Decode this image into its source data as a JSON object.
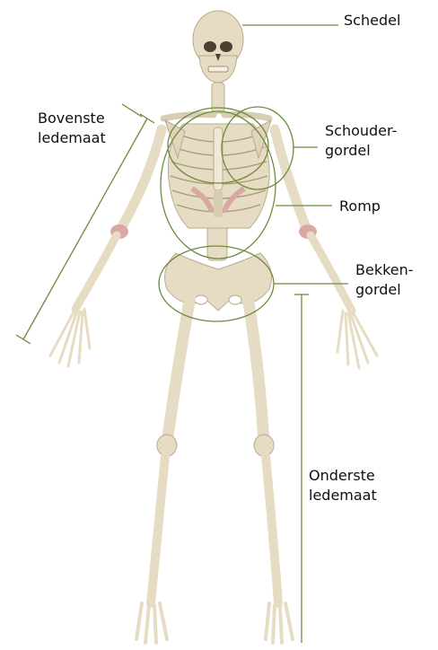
{
  "labels": {
    "skull": "Schedel",
    "upper_limb": "Bovenste\nledemaat",
    "shoulder_girdle": "Schouder-\ngordel",
    "trunk": "Romp",
    "pelvic_girdle": "Bekken-\ngordel",
    "lower_limb": "Onderste\nledemaat"
  },
  "colors": {
    "bone": "#e6dcc4",
    "bone_outline": "#b9ab8c",
    "cartilage": "#d9a8a4",
    "leader_line": "#6e8a3c",
    "background": "#ffffff"
  }
}
